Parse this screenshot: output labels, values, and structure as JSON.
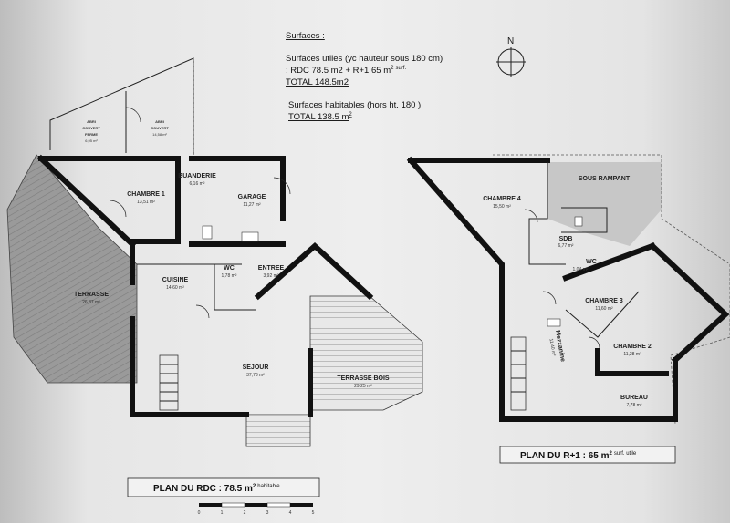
{
  "surfaces": {
    "heading": "Surfaces :",
    "line1": "Surfaces utiles (yc hauteur sous 180 cm)",
    "line2": ": RDC 78.5 m2 + R+1 65 m",
    "line2_sup": "2",
    "line2_tail": "surf.",
    "total1": "TOTAL 148.5m2",
    "line3": "Surfaces habitables (hors ht. 180 )",
    "total2": "TOTAL 138.5 m",
    "total2_sup": "2"
  },
  "compass": {
    "label": "N"
  },
  "rdc": {
    "caption": "PLAN DU RDC : 78.5 m",
    "caption_sup": "2",
    "caption_tail": "habitable",
    "rooms": [
      {
        "name": "ABRI",
        "name2": "COUVERT",
        "name3": "FERME",
        "area": "6,95 m²"
      },
      {
        "name": "ABRI",
        "name2": "COUVERT",
        "area": "14,58 m²"
      },
      {
        "name": "CHAMBRE 1",
        "area": "13,51 m²"
      },
      {
        "name": "BUANDERIE",
        "area": "6,16 m²"
      },
      {
        "name": "GARAGE",
        "area": "11,27 m²"
      },
      {
        "name": "TERRASSE",
        "area": "26,87 m²"
      },
      {
        "name": "CUISINE",
        "area": "14,60 m²"
      },
      {
        "name": "WC",
        "area": "1,78 m²"
      },
      {
        "name": "ENTREE",
        "area": "3,92 m²"
      },
      {
        "name": "SEJOUR",
        "area": "37,73 m²"
      },
      {
        "name": "TERRASSE BOIS",
        "area": "29,25 m²"
      }
    ]
  },
  "r1": {
    "caption": "PLAN DU R+1 : 65 m",
    "caption_sup": "2",
    "caption_tail": "surf. utile",
    "rooms": [
      {
        "name": "CHAMBRE 4",
        "area": "15,50 m²"
      },
      {
        "name": "SOUS RAMPANT",
        "area": ""
      },
      {
        "name": "SDB",
        "area": "6,77 m²"
      },
      {
        "name": "WC",
        "area": "1,04 m²"
      },
      {
        "name": "CHAMBRE 3",
        "area": "11,60 m²"
      },
      {
        "name": "CHAMBRE 2",
        "area": "11,28 m²"
      },
      {
        "name": "Mezzanine",
        "area": "11,40 m²"
      },
      {
        "name": "BUREAU",
        "area": "7,78 m²"
      }
    ]
  },
  "scale_bar": {
    "ticks": [
      "0",
      "1",
      "2",
      "3",
      "4",
      "5"
    ]
  }
}
